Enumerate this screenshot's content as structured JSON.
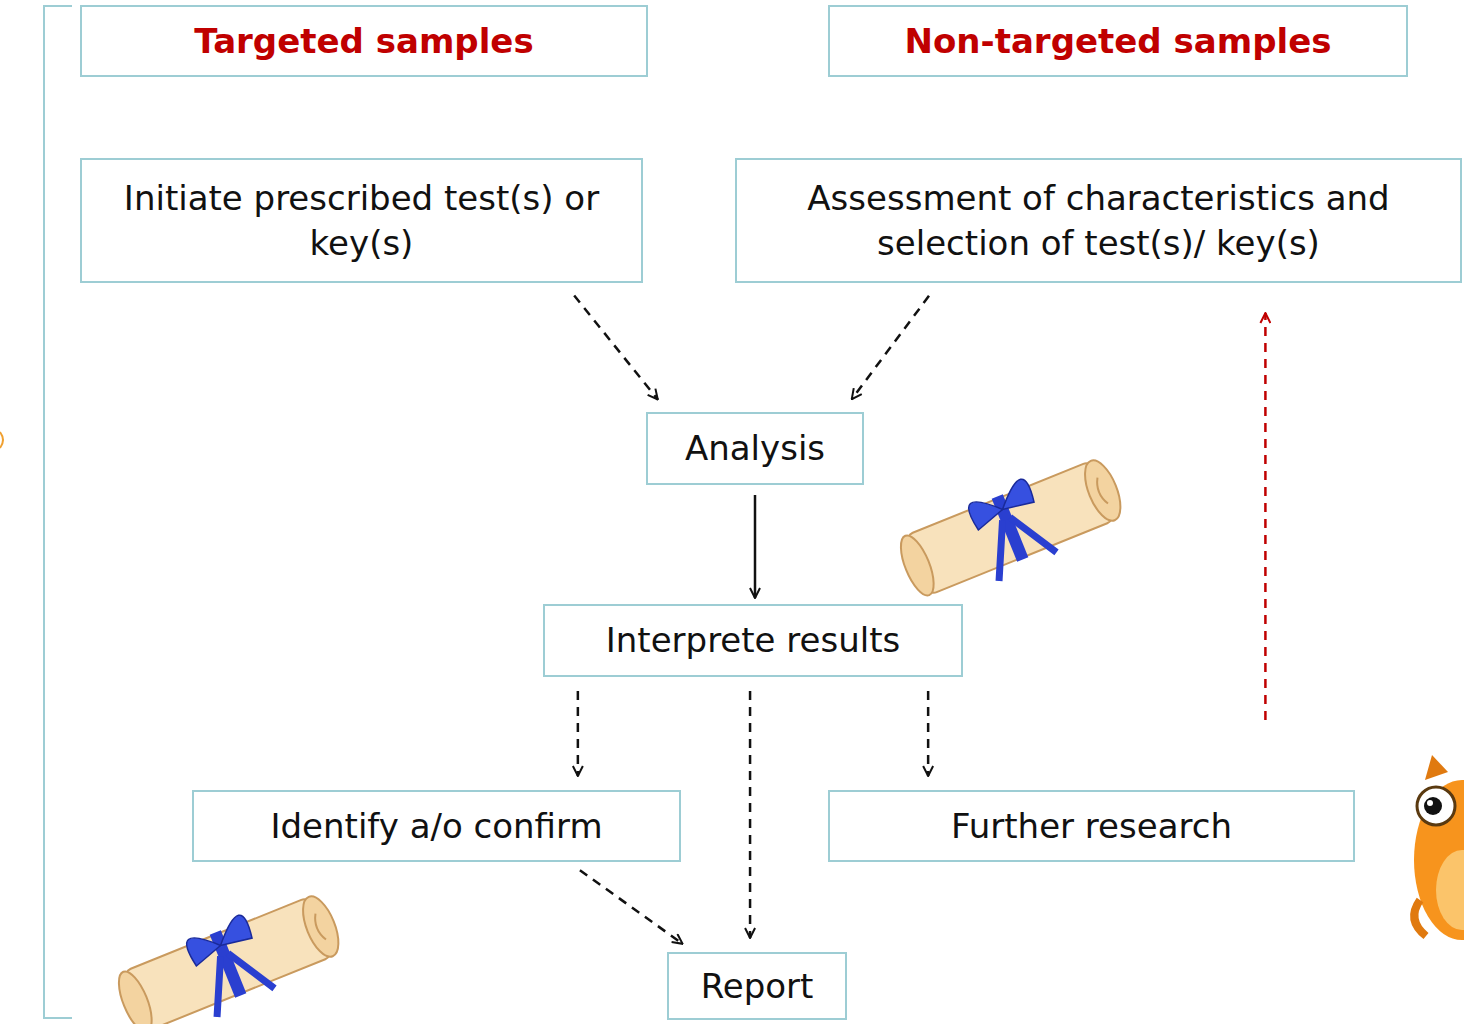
{
  "diagram": {
    "nodes": [
      {
        "text": [
          "Targeted samples"
        ]
      },
      {
        "text": [
          "Non-targeted samples"
        ]
      },
      {
        "text": [
          "Initiate prescribed test(s) or key(s)"
        ]
      },
      {
        "text": [
          "Assessment of characteristics and selection of test(s)/ key(s)"
        ]
      },
      {
        "text": [
          "Analysis"
        ]
      },
      {
        "text": [
          "Interprete results"
        ]
      },
      {
        "text": [
          "Identify a/o confirm"
        ]
      },
      {
        "text": [
          "Further research"
        ]
      },
      {
        "text": [
          "Report"
        ]
      }
    ],
    "edges": [
      {
        "from": 2,
        "to": 4,
        "arrow": "to"
      },
      {
        "from": 3,
        "to": 4,
        "arrow": "to"
      },
      {
        "from": 4,
        "to": 5,
        "arrow": "to"
      },
      {
        "from": 5,
        "to": 6,
        "arrow": "to"
      },
      {
        "from": 5,
        "to": 8,
        "arrow": "to"
      },
      {
        "from": 5,
        "to": 7,
        "arrow": "to"
      },
      {
        "from": 6,
        "to": 8,
        "arrow": "to"
      },
      {
        "from": 7,
        "to": 3,
        "arrow": "to"
      }
    ]
  }
}
